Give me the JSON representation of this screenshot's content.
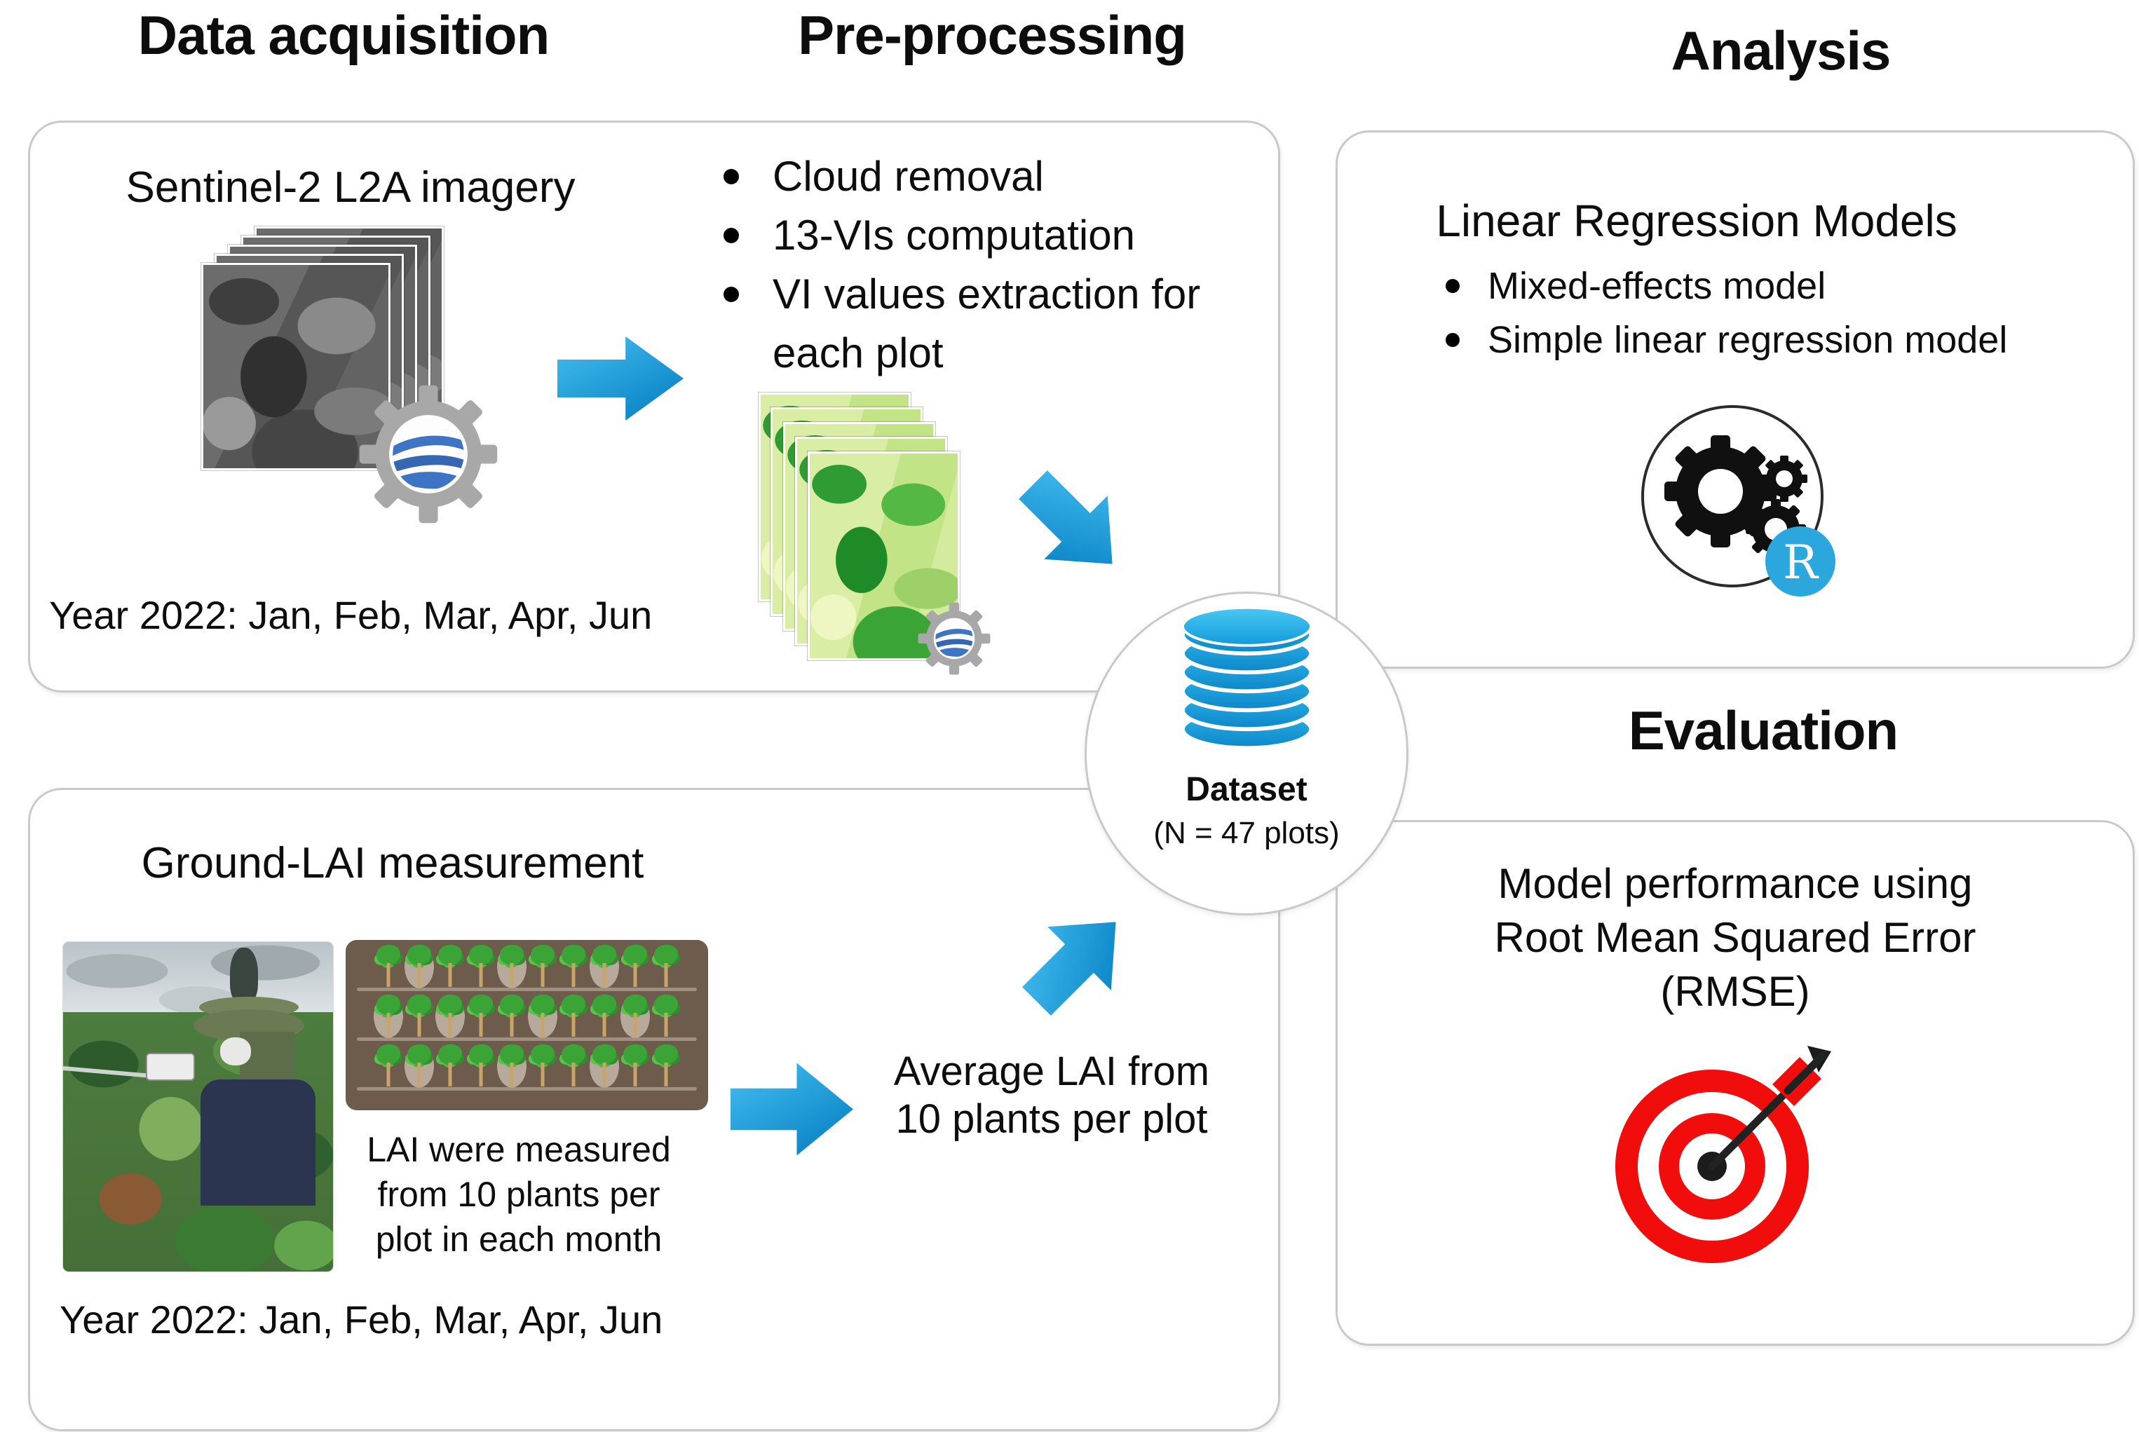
{
  "headings": {
    "data_acquisition": "Data acquisition",
    "pre_processing": "Pre-processing",
    "analysis": "Analysis",
    "evaluation": "Evaluation"
  },
  "data_acquisition": {
    "title": "Sentinel-2 L2A imagery",
    "period": "Year 2022: Jan, Feb, Mar, Apr, Jun"
  },
  "pre_processing": {
    "bullets": [
      "Cloud removal",
      "13-VIs computation",
      "VI values extraction for each plot"
    ]
  },
  "ground_measurement": {
    "title": "Ground-LAI measurement",
    "note_lines": [
      "LAI were measured",
      "from 10 plants per",
      "plot in each month"
    ],
    "period": "Year 2022: Jan, Feb, Mar, Apr, Jun"
  },
  "flow": {
    "average_lai_lines": [
      "Average LAI from",
      "10 plants per plot"
    ]
  },
  "dataset": {
    "title": "Dataset",
    "count": "(N = 47 plots)"
  },
  "analysis": {
    "title": "Linear Regression Models",
    "bullets": [
      "Mixed-effects model",
      "Simple linear regression model"
    ],
    "r_badge": "R"
  },
  "evaluation": {
    "lines": [
      "Model performance using",
      "Root Mean Squared Error",
      "(RMSE)"
    ]
  },
  "icons": {
    "imagery_tool": "google-earth-gear-icon",
    "flow_arrow": "blue-block-arrow",
    "dataset": "database-stack-icon",
    "analysis": "gears-circle-r-icon",
    "evaluation": "bullseye-dart-icon"
  },
  "colors": {
    "box_border": "#c9c9c9",
    "arrow_blue_light": "#45c0f0",
    "arrow_blue_dark": "#0a82c6",
    "db_blue": "#149ddd",
    "r_badge_blue": "#2ba7de",
    "target_red": "#f20d0d",
    "plot_brown": "#6d5b4c"
  }
}
